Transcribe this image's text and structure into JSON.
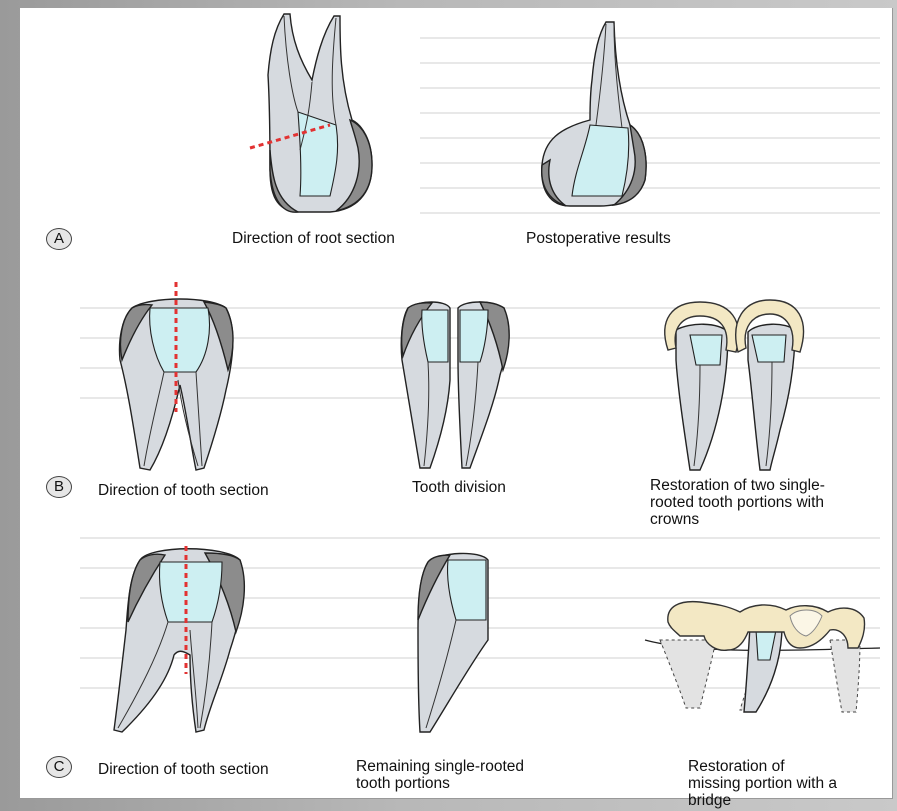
{
  "panels": [
    {
      "marker": "A",
      "captions": [
        "Direction of root section",
        "Postoperative results"
      ]
    },
    {
      "marker": "B",
      "captions": [
        "Direction of tooth section",
        "Tooth division",
        "Restoration of two single-rooted tooth portions with crowns"
      ]
    },
    {
      "marker": "C",
      "captions": [
        "Direction of tooth section",
        "Remaining single-rooted tooth portions",
        "Restoration of missing portion with a bridge"
      ]
    }
  ],
  "colors": {
    "cut_line": "#e23232",
    "pulp": "#cdeff2",
    "enamel": "#8c8c8c",
    "dentin": "#d6dadf",
    "crown": "#f3e8c4"
  }
}
